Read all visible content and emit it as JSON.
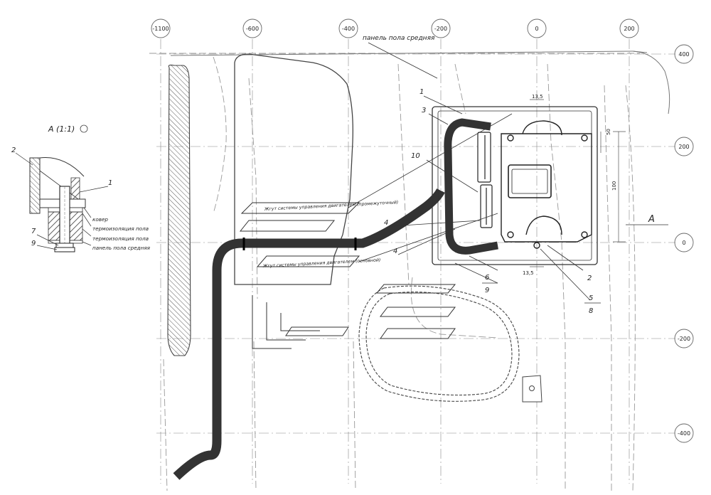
{
  "grid_marks": {
    "x": [
      "-1100",
      "-600",
      "-400",
      "-200",
      "0",
      "200"
    ],
    "y": [
      "400",
      "200",
      "0",
      "-200",
      "-400"
    ]
  },
  "callouts": {
    "c1a": "1",
    "c3": "3",
    "c10": "10",
    "c4a": "4",
    "c4b": "4",
    "c6": "6",
    "c9a": "9",
    "c2": "2",
    "c5": "5",
    "c8": "8"
  },
  "labels": {
    "panel_top": "панель пола средняя",
    "harness_upper": "Жгут системы управления двигателем (промежуточный)",
    "harness_lower": "Жгут системы управления двигателем (основной)",
    "view_a": "A",
    "dim_side": "50",
    "dim_height": "100",
    "dim_top": "13,5",
    "dim_bottom": "13,5"
  },
  "section_view": {
    "title": "A (1:1)",
    "n2": "2",
    "n1": "1",
    "n7": "7",
    "n9": "9",
    "layer1": "ковер",
    "layer2": "термоизоляция пола",
    "layer3": "термоизоляция пола",
    "layer4": "панель пола средняя"
  }
}
